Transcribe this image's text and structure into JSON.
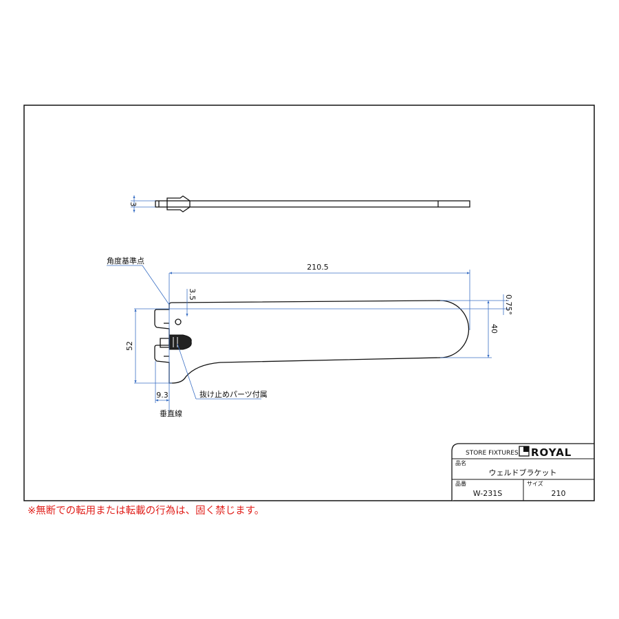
{
  "drawing": {
    "dimensions": {
      "thickness": "3",
      "length": "210.5",
      "offset": "3.5",
      "height": "52",
      "depth": "9.3",
      "tip_height": "40",
      "angle": "0.75°"
    },
    "labels": {
      "angle_reference": "角度基準点",
      "retainer_part": "抜け止めパーツ付属",
      "vertical_line": "垂直線"
    }
  },
  "title_block": {
    "company": "STORE FIXTURES",
    "brand": "ROYAL",
    "name_label": "品名",
    "name_value": "ウェルドブラケット",
    "part_label": "品番",
    "part_value": "W-231S",
    "size_label": "サイズ",
    "size_value": "210"
  },
  "note": "※無断での転用または転載の行為は、固く禁じます。",
  "colors": {
    "dimension": "#3a6fc4",
    "note": "#e0201b"
  }
}
